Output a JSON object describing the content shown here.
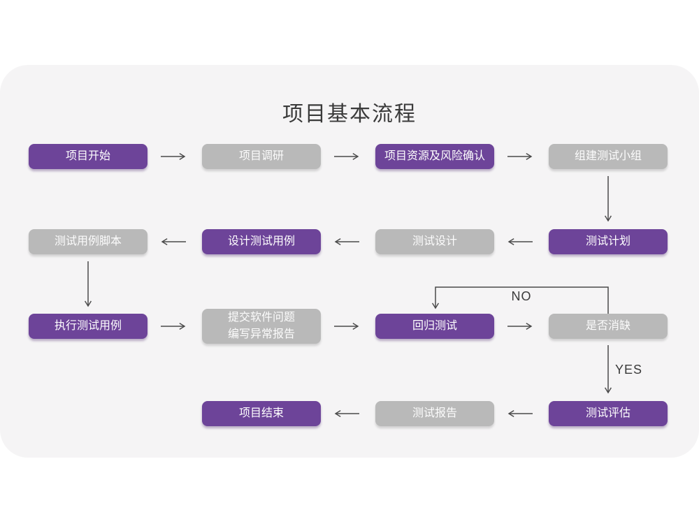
{
  "title": "项目基本流程",
  "labels": {
    "no": "NO",
    "yes": "YES"
  },
  "colors": {
    "purple": "#6d4499",
    "gray": "#b9b9b9",
    "card": "#f5f4f5",
    "arrow": "#4a4a4a",
    "ink": "#3a3a3a"
  },
  "nodes": [
    {
      "id": "project-start",
      "label": "项目开始",
      "variant": "purple"
    },
    {
      "id": "project-research",
      "label": "项目调研",
      "variant": "gray"
    },
    {
      "id": "risk-confirm",
      "label": "项目资源及风险确认",
      "variant": "purple"
    },
    {
      "id": "build-test-team",
      "label": "组建测试小组",
      "variant": "gray"
    },
    {
      "id": "test-plan",
      "label": "测试计划",
      "variant": "purple"
    },
    {
      "id": "test-design",
      "label": "测试设计",
      "variant": "gray"
    },
    {
      "id": "design-test-cases",
      "label": "设计测试用例",
      "variant": "purple"
    },
    {
      "id": "test-case-script",
      "label": "测试用例脚本",
      "variant": "gray"
    },
    {
      "id": "execute-test-cases",
      "label": "执行测试用例",
      "variant": "purple"
    },
    {
      "id": "submit-issues",
      "label": "提交软件问题\n编写异常报告",
      "variant": "gray"
    },
    {
      "id": "regression-test",
      "label": "回归测试",
      "variant": "purple"
    },
    {
      "id": "defect-cleared",
      "label": "是否消缺",
      "variant": "gray"
    },
    {
      "id": "test-evaluation",
      "label": "测试评估",
      "variant": "purple"
    },
    {
      "id": "test-report",
      "label": "测试报告",
      "variant": "gray"
    },
    {
      "id": "project-end",
      "label": "项目结束",
      "variant": "purple"
    }
  ]
}
